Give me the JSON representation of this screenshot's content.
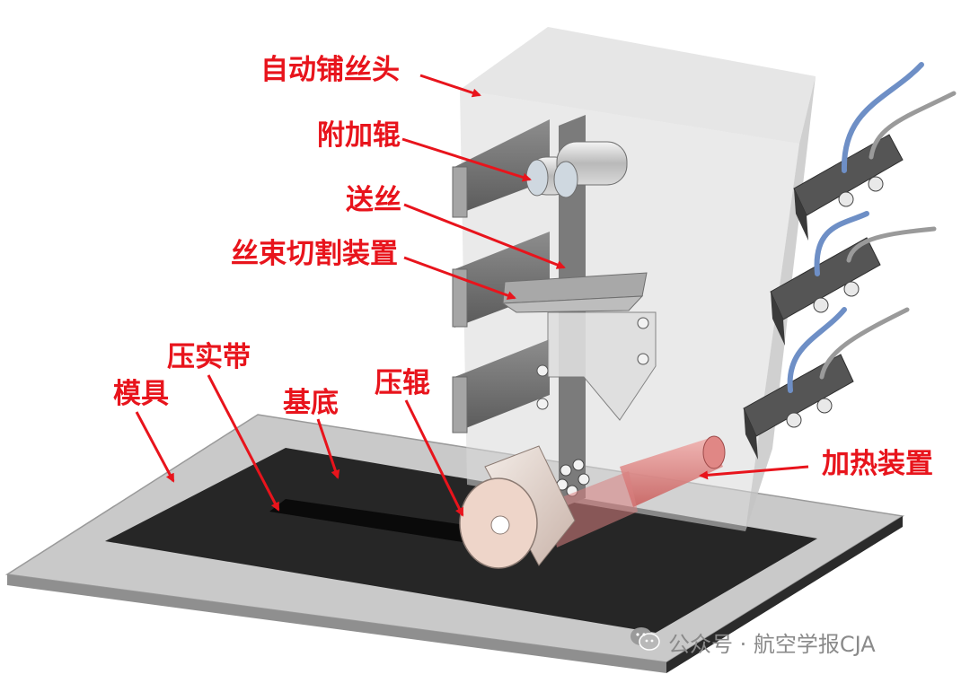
{
  "labels": {
    "auto_placement_head": "自动铺丝头",
    "additional_roller": "附加辊",
    "fiber_feed": "送丝",
    "tow_cutting_device": "丝束切割装置",
    "compaction_belt": "压实带",
    "mold": "模具",
    "substrate": "基底",
    "compaction_roller": "压辊",
    "heating_device": "加热装置"
  },
  "watermark": {
    "text": "公众号 · 航空学报CJA",
    "icon": "wechat-icon"
  },
  "colors": {
    "label": "#e8141c",
    "arrow": "#e8141c",
    "mold_plate": "#c9c9c9",
    "substrate": "#262626",
    "head_body": "#dcdcdc",
    "heater": "#d9807f"
  }
}
